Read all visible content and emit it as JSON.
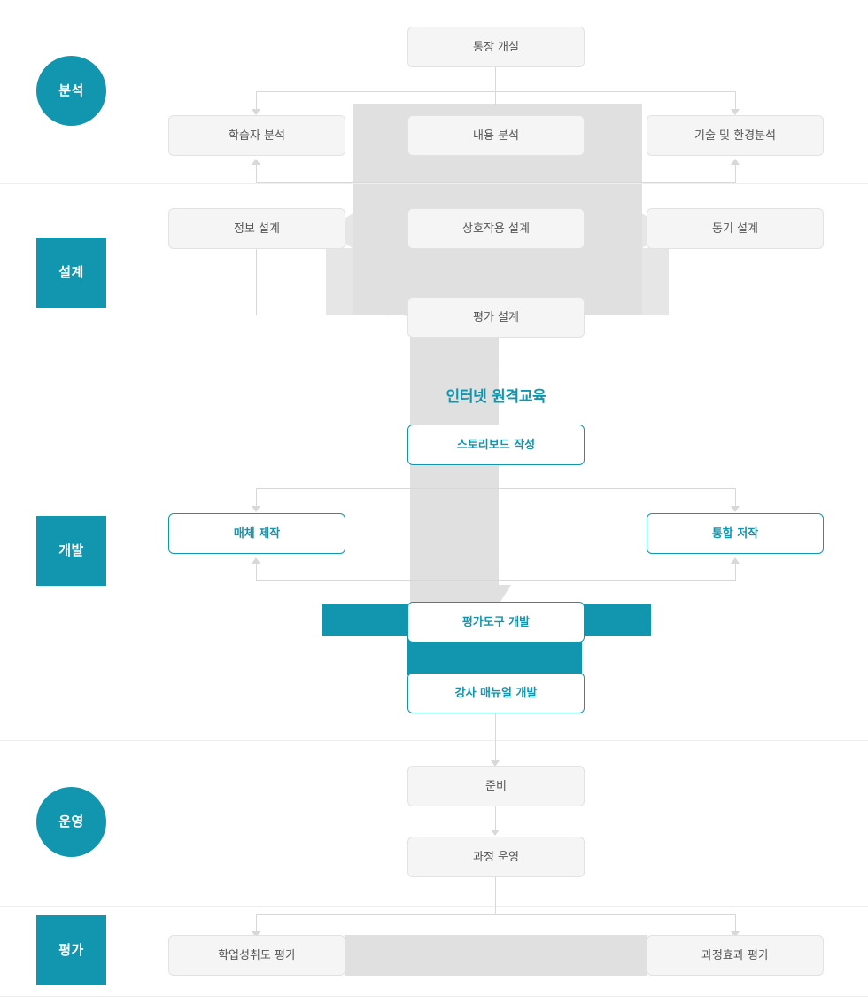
{
  "diagram": {
    "title_caption": "인터넷 원격교육",
    "accent_color": "#1295ae",
    "node_gray_bg": "#f5f5f5",
    "node_gray_border": "#e2e2e2",
    "flow_shape_color": "#e0e0e0",
    "divider_color": "#eeeeee",
    "connector_color": "#d8d8d8"
  },
  "stages": [
    {
      "key": "analysis",
      "label": "분석",
      "shape": "circle"
    },
    {
      "key": "design",
      "label": "설계",
      "shape": "square"
    },
    {
      "key": "develop",
      "label": "개발",
      "shape": "square"
    },
    {
      "key": "operate",
      "label": "운영",
      "shape": "circle"
    },
    {
      "key": "evaluate",
      "label": "평가",
      "shape": "square"
    }
  ],
  "nodes": {
    "account_open": {
      "label": "통장 개설",
      "style": "gray"
    },
    "learner_analysis": {
      "label": "학습자 분석",
      "style": "gray"
    },
    "content_analysis": {
      "label": "내용 분석",
      "style": "gray"
    },
    "tech_env_analysis": {
      "label": "기술 및 환경분석",
      "style": "gray"
    },
    "info_design": {
      "label": "정보 설계",
      "style": "gray"
    },
    "interaction_design": {
      "label": "상호작용 설계",
      "style": "gray"
    },
    "motivation_design": {
      "label": "동기 설계",
      "style": "gray"
    },
    "eval_design": {
      "label": "평가 설계",
      "style": "gray"
    },
    "storyboard": {
      "label": "스토리보드 작성",
      "style": "teal"
    },
    "media_production": {
      "label": "매체 제작",
      "style": "teal"
    },
    "integrated_author": {
      "label": "통합 저작",
      "style": "teal"
    },
    "eval_tool_dev": {
      "label": "평가도구 개발",
      "style": "teal"
    },
    "instructor_manual": {
      "label": "강사 매뉴얼 개발",
      "style": "teal"
    },
    "preparation": {
      "label": "준비",
      "style": "gray"
    },
    "course_operation": {
      "label": "과정 운영",
      "style": "gray"
    },
    "achievement_eval": {
      "label": "학업성취도 평가",
      "style": "gray"
    },
    "effect_eval": {
      "label": "과정효과 평가",
      "style": "gray"
    }
  }
}
